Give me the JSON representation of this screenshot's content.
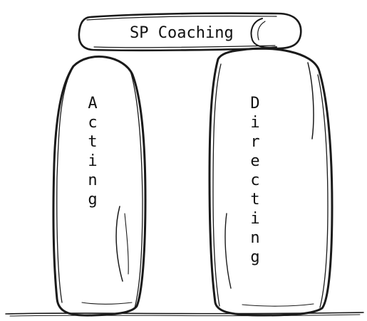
{
  "lintel": {
    "label": "SP Coaching"
  },
  "pillars": [
    {
      "label": "Acting"
    },
    {
      "label": "Directing"
    }
  ],
  "colors": {
    "ink": "#1a1a1a",
    "background": "#ffffff"
  }
}
